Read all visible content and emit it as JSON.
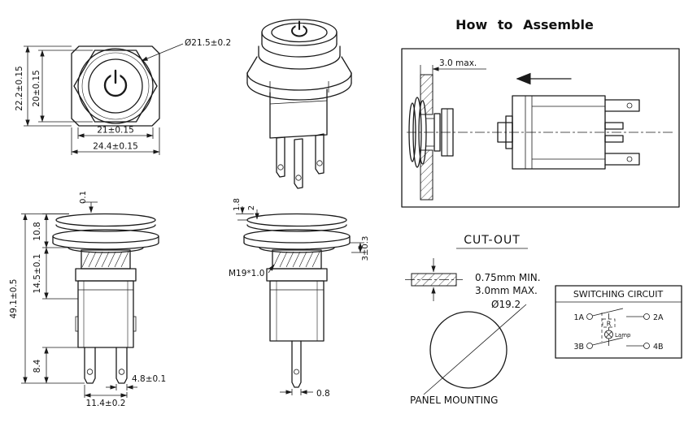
{
  "colors": {
    "ink": "#1a1a1a",
    "bg": "#ffffff"
  },
  "headings": {
    "assemble": "How to Assemble",
    "cutout": "CUT-OUT",
    "panel_mounting": "PANEL MOUNTING",
    "switching_circuit": "SWITCHING CIRCUIT"
  },
  "front_view": {
    "dim_square_height": "22.2±0.15",
    "dim_bezel_height": "20±0.15",
    "dim_inner_width": "21±0.15",
    "dim_square_width": "24.4±0.15",
    "dim_button_dia": "Ø21.5±0.2"
  },
  "assembly_view": {
    "dim_panel_thickness": "3.0 max."
  },
  "side_view_left": {
    "dim_cap_lip": "0.1",
    "dim_cap_height": "10.8",
    "dim_neck_height": "14.5±0.1",
    "dim_overall_height": "49.1±0.5",
    "dim_terminal_length": "8.4",
    "dim_terminal_width": "4.8±0.1",
    "dim_terminal_span": "11.4±0.2"
  },
  "side_view_middle": {
    "dim_lip_a": "1.8",
    "dim_lip_b": "2",
    "dim_collar": "3±0.3",
    "thread_spec": "M19*1.0",
    "dim_terminal_thickness": "0.8"
  },
  "cutout_view": {
    "panel_min": "0.75mm MIN.",
    "panel_max": "3.0mm MAX.",
    "hole_dia": "Ø19.2"
  },
  "circuit": {
    "terminal_1": "1A",
    "terminal_2": "2A",
    "terminal_3": "3B",
    "terminal_4": "4B",
    "resistor": "R",
    "lamp": "Lamp"
  }
}
